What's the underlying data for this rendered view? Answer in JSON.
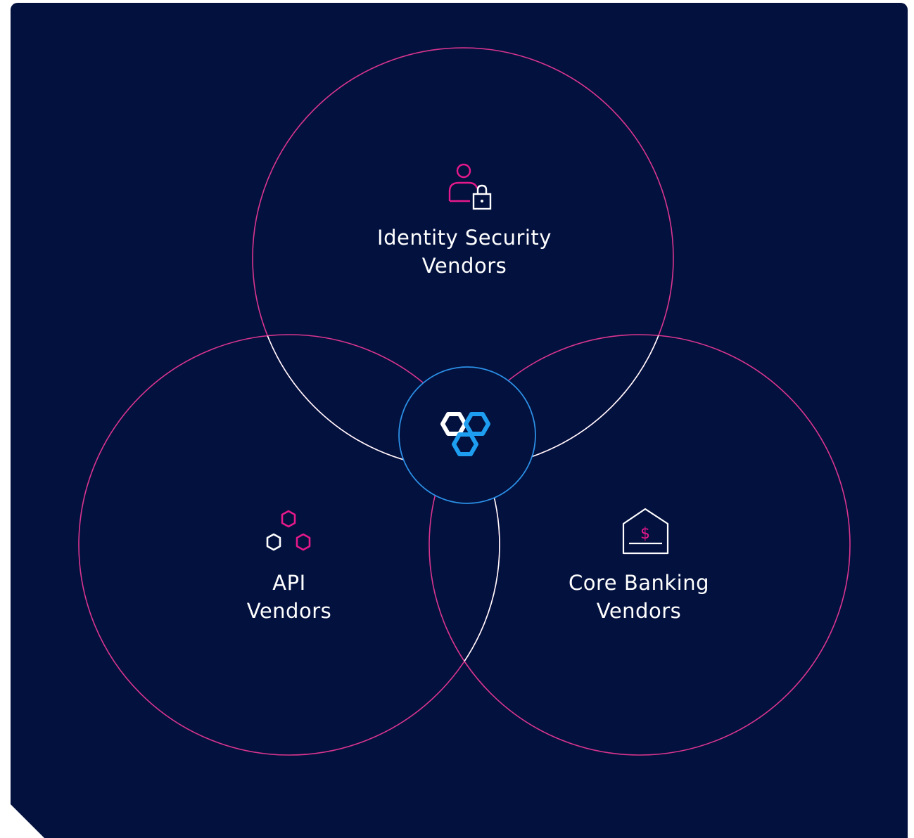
{
  "diagram": {
    "circles": [
      {
        "id": "identity-security",
        "label_line1": "Identity Security",
        "label_line2": "Vendors",
        "icon": "user-lock-icon"
      },
      {
        "id": "api",
        "label_line1": "API",
        "label_line2": "Vendors",
        "icon": "hexagon-cluster-icon"
      },
      {
        "id": "core-banking",
        "label_line1": "Core Banking",
        "label_line2": "Vendors",
        "icon": "bank-dollar-icon"
      }
    ],
    "center": {
      "icon": "linked-hexagons-logo-icon"
    }
  },
  "colors": {
    "background": "#03113e",
    "circle_stroke": "#d9358f",
    "inner_arc": "#ffffff",
    "center_stroke": "#2b8fe6",
    "accent_pink": "#e5198a",
    "accent_blue": "#1e9ef0",
    "text": "#ffffff"
  }
}
